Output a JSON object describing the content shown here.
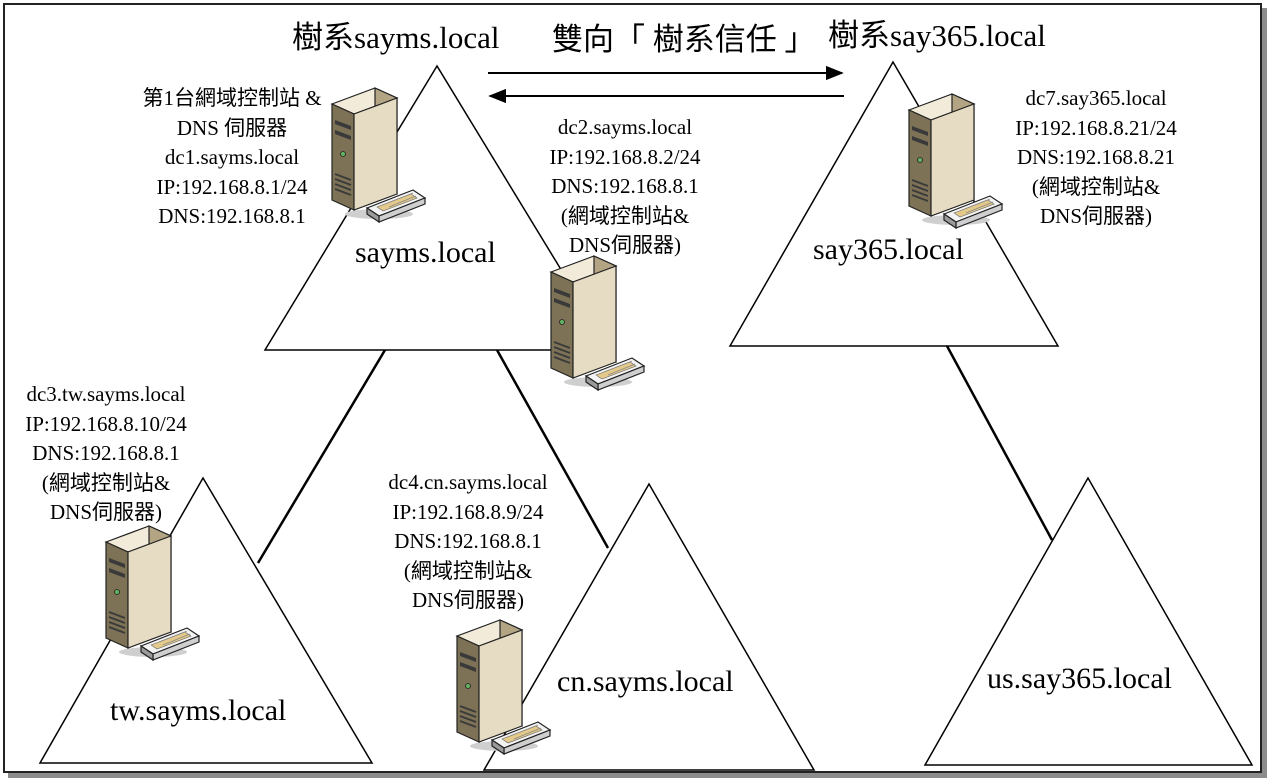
{
  "forests": {
    "sayms_title": "樹系sayms.local",
    "say365_title": "樹系say365.local"
  },
  "trust": {
    "label": "雙向「 樹系信任 」"
  },
  "domains": {
    "sayms": "sayms.local",
    "say365": "say365.local",
    "tw": "tw.sayms.local",
    "cn": "cn.sayms.local",
    "us": "us.say365.local"
  },
  "servers": {
    "dc1": [
      "第1台網域控制站 &",
      "DNS 伺服器",
      "dc1.sayms.local",
      "IP:192.168.8.1/24",
      "DNS:192.168.8.1"
    ],
    "dc2": [
      "dc2.sayms.local",
      "IP:192.168.8.2/24",
      "DNS:192.168.8.1",
      "(網域控制站&",
      "DNS伺服器)"
    ],
    "dc3": [
      "dc3.tw.sayms.local",
      "IP:192.168.8.10/24",
      "DNS:192.168.8.1",
      "(網域控制站&",
      "DNS伺服器)"
    ],
    "dc4": [
      "dc4.cn.sayms.local",
      "IP:192.168.8.9/24",
      "DNS:192.168.8.1",
      "(網域控制站&",
      "DNS伺服器)"
    ],
    "dc7": [
      "dc7.say365.local",
      "IP:192.168.8.21/24",
      "DNS:192.168.8.21",
      "(網域控制站&",
      "DNS伺服器)"
    ]
  },
  "icons": {
    "server": "server-tower-icon",
    "arrow": "arrow-icon"
  },
  "colors": {
    "server_body": "#e6dcc4",
    "server_side": "#b3a584",
    "server_dark": "#3a3a3a",
    "line": "#000000"
  }
}
